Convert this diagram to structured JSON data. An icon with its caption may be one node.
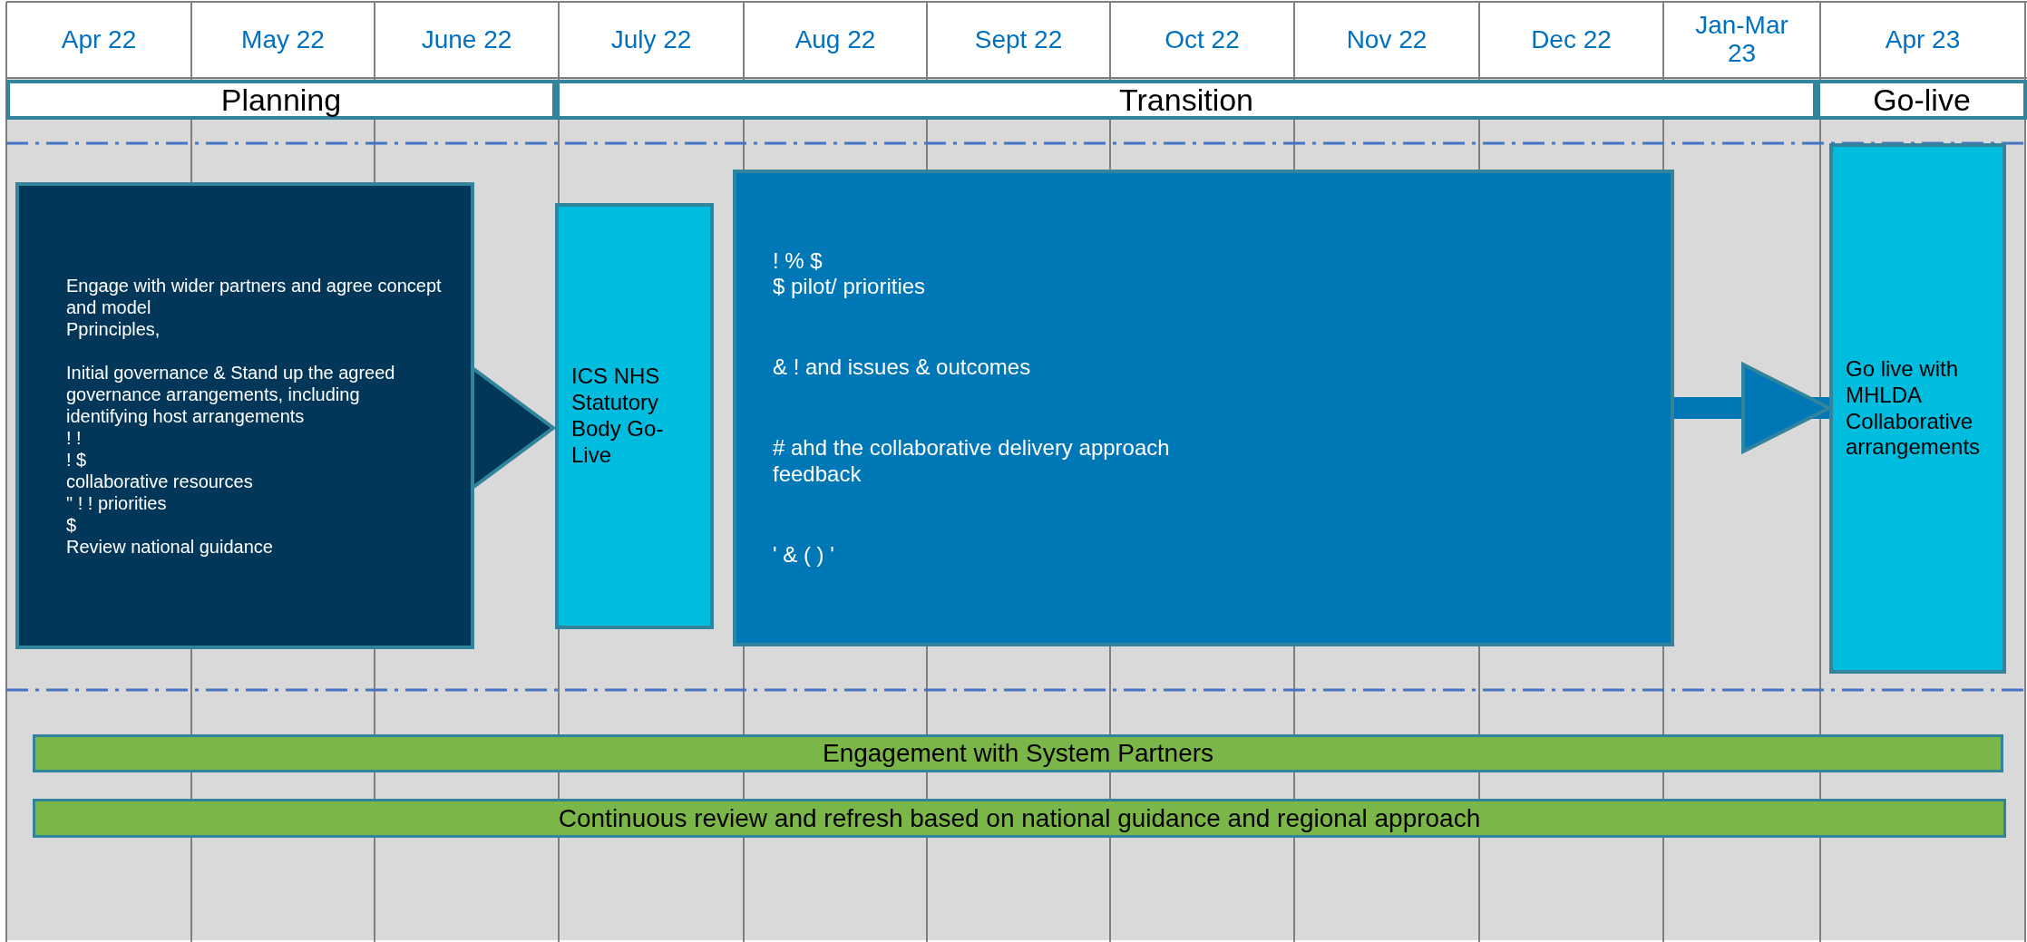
{
  "diagram": {
    "nodes": [
      {
        "text": [
          "Planning"
        ]
      },
      {
        "text": [
          "Transition"
        ]
      },
      {
        "text": [
          "Go-live"
        ]
      },
      {
        "text": [
          "Engage with wider partners and agree concept and model",
          "Pprinciples,",
          "Initial governance & Stand up the agreed governance arrangements, including identifying host arrangements",
          "! !",
          "! $",
          "collaborative resources",
          "\" ! ! priorities",
          "$",
          "Review national guidance"
        ]
      },
      {
        "text": [
          "ICS NHS Statutory Body Go-Live"
        ]
      },
      {
        "text": [
          "! % $",
          "$ pilot/ priorities",
          "& ! and issues & outcomes",
          "# ahd the collaborative delivery approach",
          "feedback",
          "' & ( ) '"
        ]
      },
      {
        "text": [
          "Go live with MHLDA Collaborative arrangements"
        ]
      },
      {
        "text": [
          "Engagement with System Partners"
        ]
      },
      {
        "text": [
          "Continuous review and refresh based on national guidance and regional approach"
        ]
      }
    ],
    "edges": [
      {
        "from": 3,
        "to": 4,
        "arrow": "to"
      },
      {
        "from": 5,
        "to": 6,
        "arrow": "to",
        "style": "thick"
      }
    ],
    "labels": [
      "Apr 22",
      "May 22",
      "June 22",
      "July 22",
      "Aug 22",
      "Sept 22",
      "Oct 22",
      "Nov 22",
      "Dec 22",
      "Jan-Mar 23",
      "Apr 23"
    ]
  }
}
